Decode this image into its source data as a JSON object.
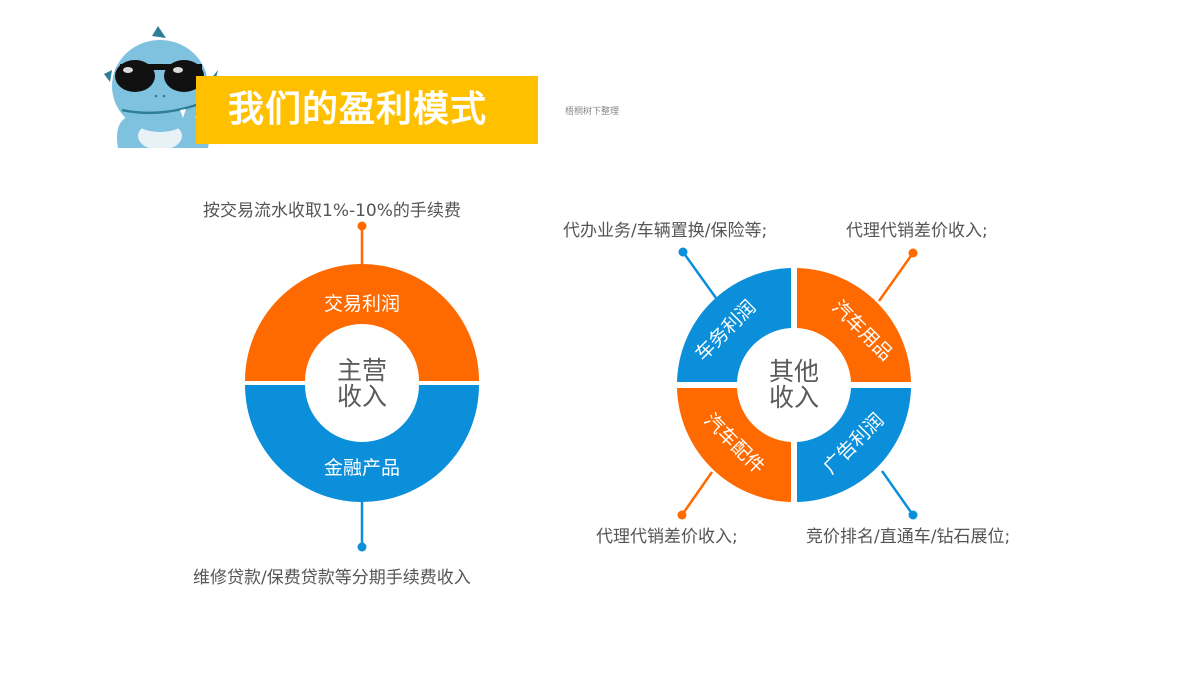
{
  "header": {
    "title": "我们的盈利模式",
    "credit": "梧桐树下整理",
    "accent_color": "#FFC000"
  },
  "colors": {
    "orange": "#FF6A00",
    "blue": "#0B8FDB",
    "text": "#555555"
  },
  "main_income": {
    "center": [
      "主营",
      "收入"
    ],
    "segments": [
      {
        "label": "交易利润",
        "color": "#FF6A00",
        "note": "按交易流水收取1%-10%的手续费"
      },
      {
        "label": "金融产品",
        "color": "#0B8FDB",
        "note": "维修贷款/保费贷款等分期手续费收入"
      }
    ]
  },
  "other_income": {
    "center": [
      "其他",
      "收入"
    ],
    "segments": [
      {
        "label": "车务利润",
        "color": "#0B8FDB",
        "note": "代办业务/车辆置换/保险等;"
      },
      {
        "label": "汽车用品",
        "color": "#FF6A00",
        "note": "代理代销差价收入;"
      },
      {
        "label": "汽车配件",
        "color": "#FF6A00",
        "note": "代理代销差价收入;"
      },
      {
        "label": "广告利润",
        "color": "#0B8FDB",
        "note": "竞价排名/直通车/钻石展位;"
      }
    ]
  }
}
